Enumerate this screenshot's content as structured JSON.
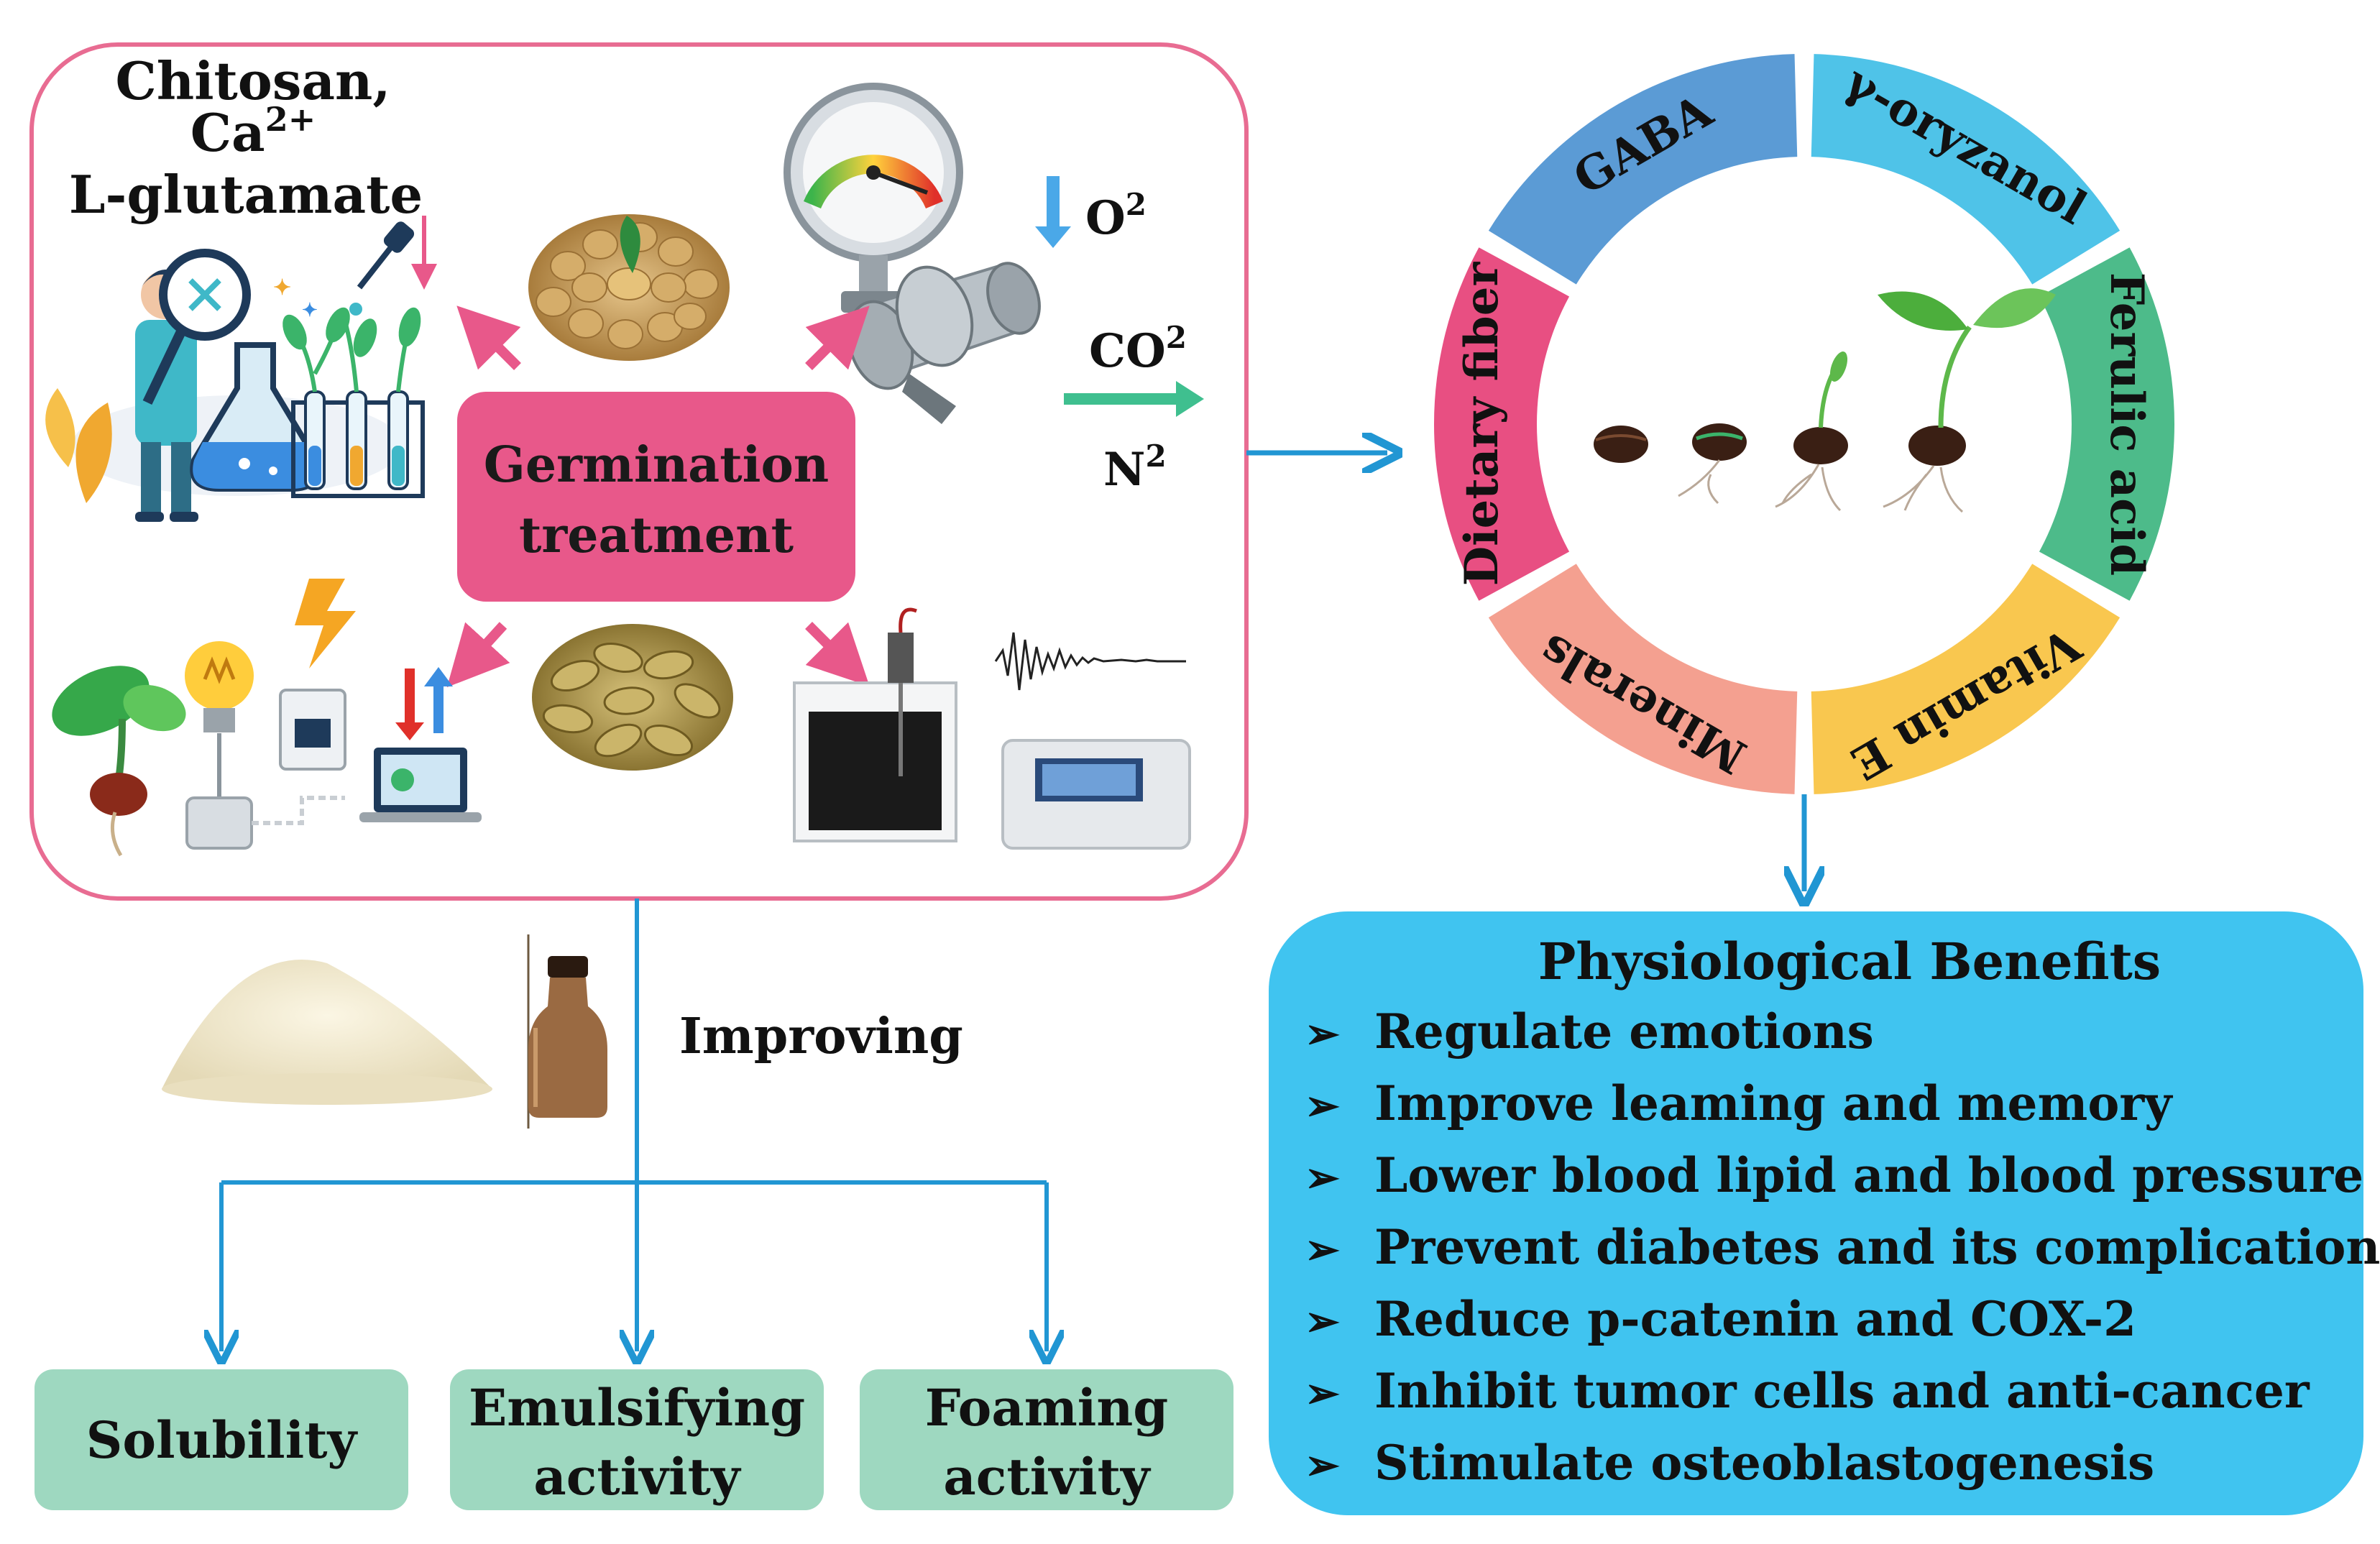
{
  "left_panel": {
    "inducers": [
      "Chitosan,",
      "Ca2+",
      "L-glutamate"
    ],
    "center_box": [
      "Germination",
      "treatment"
    ],
    "gases": {
      "o2": "O2",
      "co2": "CO2",
      "n2": "N2"
    }
  },
  "wheel": {
    "segments": [
      {
        "label": "GABA",
        "color": "#5b9bd5"
      },
      {
        "label": "γ-oryzanol",
        "color": "#4fc3e8"
      },
      {
        "label": "Ferulic acid",
        "color": "#4dbb8a"
      },
      {
        "label": "Vitamin E",
        "color": "#f9c74f"
      },
      {
        "label": "Minerals",
        "color": "#f4a090"
      },
      {
        "label": "Dietary fiber",
        "color": "#e84f82"
      }
    ]
  },
  "benefits": {
    "title": "Physiological Benefits",
    "bullet": "➢",
    "items": [
      "Regulate emotions",
      "Improve leaming and memory",
      "Lower blood lipid and blood pressure",
      "Prevent diabetes and its complications",
      "Reduce p-catenin and COX-2",
      "Inhibit tumor cells and anti-cancer",
      "Stimulate osteoblastogenesis"
    ]
  },
  "improving_label": "Improving",
  "properties": [
    {
      "lines": [
        "Solubility"
      ]
    },
    {
      "lines": [
        "Emulsifying",
        "activity"
      ]
    },
    {
      "lines": [
        "Foaming",
        "activity"
      ]
    }
  ],
  "colors": {
    "panel_border": "#e86c92",
    "center_box": "#e8588a",
    "arrow_pink": "#e8588a",
    "arrow_blue": "#2196d3",
    "benefits_bg": "#40c4f0",
    "property_bg": "#9ed8c0",
    "co2_arrow": "#3fbf8f",
    "o2_arrow": "#4aa8e8"
  }
}
